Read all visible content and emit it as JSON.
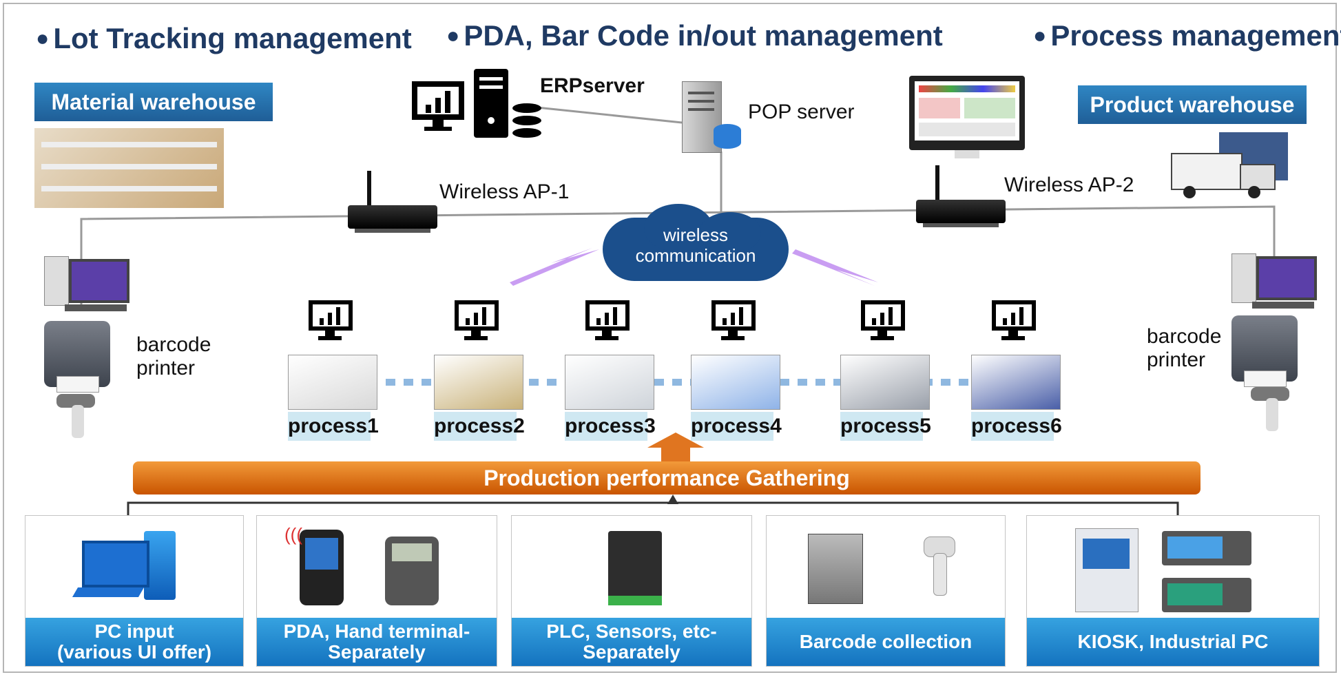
{
  "headings": {
    "lot": "Lot Tracking management",
    "pda": "PDA, Bar Code in/out management",
    "process": "Process management",
    "bullet": "●"
  },
  "warehouses": {
    "material": "Material warehouse",
    "product": "Product warehouse"
  },
  "servers": {
    "erp": "ERPserver",
    "pop": "POP server"
  },
  "network": {
    "ap1": "Wireless AP-1",
    "ap2": "Wireless AP-2",
    "cloud_line1": "wireless",
    "cloud_line2": "communication"
  },
  "printers": {
    "left_line1": "barcode",
    "left_line2": "printer",
    "right_line1": "barcode",
    "right_line2": "printer"
  },
  "processes": [
    "process1",
    "process2",
    "process3",
    "process4",
    "process5",
    "process6"
  ],
  "banner": "Production performance Gathering",
  "devices": [
    {
      "line1": "PC input",
      "line2": "(various UI offer)",
      "icon": "pc-tower-icon"
    },
    {
      "line1": "PDA, Hand terminal-",
      "line2": "Separately",
      "icon": "pda-icon"
    },
    {
      "line1": "PLC, Sensors, etc-",
      "line2": "Separately",
      "icon": "plc-module-icon"
    },
    {
      "line1": "Barcode collection",
      "line2": "",
      "icon": "barcode-scanner-icon"
    },
    {
      "line1": "KIOSK, Industrial PC",
      "line2": "",
      "icon": "kiosk-icon"
    }
  ],
  "colors": {
    "heading": "#1f3a63",
    "label_blue": "#1f5e97",
    "cloud": "#1b4f8c",
    "banner_orange": "#e07520",
    "caption_blue": "#1d86cf",
    "process_label_bg": "#cfe8f2",
    "dotted_link": "#8fb8e0",
    "signal": "#c08cf0"
  }
}
